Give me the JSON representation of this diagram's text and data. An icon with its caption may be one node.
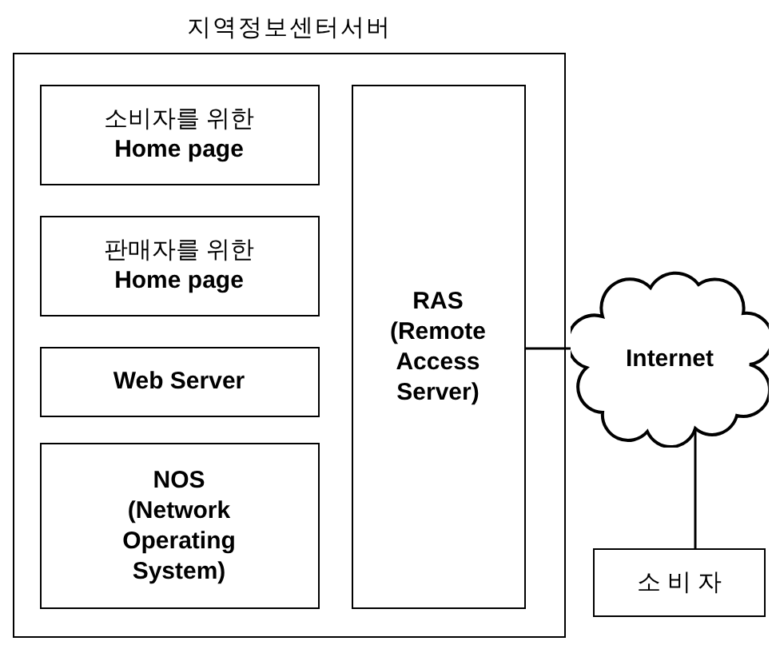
{
  "diagram": {
    "nodes": [
      {
        "text": [
          "지역정보센터서버"
        ]
      },
      {
        "text": [
          "소비자를 위한 **Home page**"
        ],
        "in": 0
      },
      {
        "text": [
          "판매자를 위한 **Home page**"
        ],
        "in": 0
      },
      {
        "text": [
          "Web Server"
        ],
        "in": 0
      },
      {
        "text": [
          "NOS (Network Operating System)"
        ],
        "in": 0
      },
      {
        "text": [
          "RAS (Remote Access Server)"
        ],
        "in": 0
      },
      {
        "text": [
          "Internet"
        ]
      },
      {
        "text": [
          "소 비 자"
        ]
      }
    ],
    "edges": [
      {
        "from": 5,
        "to": 6,
        "arrow": "none"
      },
      {
        "from": 6,
        "to": 7,
        "arrow": "none"
      }
    ]
  }
}
